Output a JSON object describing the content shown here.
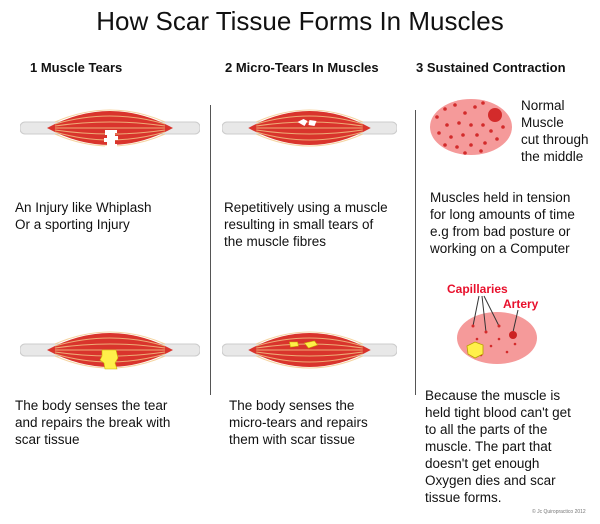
{
  "title": "How Scar Tissue Forms In Muscles",
  "columns": [
    {
      "heading": "1 Muscle Tears",
      "top_text": "An Injury like Whiplash\nOr a sporting Injury",
      "bottom_text": "The body senses the tear\nand repairs the break with\nscar tissue"
    },
    {
      "heading": "2 Micro-Tears In Muscles",
      "top_text": "Repetitively using a muscle\nresulting in small tears of\nthe muscle fibres",
      "bottom_text": "The body senses the\nmicro-tears and repairs\nthem with scar tissue"
    },
    {
      "heading": "3 Sustained Contraction",
      "cross_section_label": "Normal\nMuscle\ncut through\nthe middle",
      "top_text": "Muscles held in tension\nfor long amounts of time\ne.g from bad posture or\nworking on a Computer",
      "capillaries_label": "Capillaries",
      "artery_label": "Artery",
      "bottom_text": "Because the muscle is\nheld tight blood can't get\nto all the parts of the\nmuscle. The part that\ndoesn't get enough\nOxygen dies and scar\ntissue forms."
    }
  ],
  "copyright": "© Jc Quiropractico 2012",
  "colors": {
    "muscle": "#d9342c",
    "fibre": "#f2c98a",
    "scar": "#fff04a",
    "section": "#f59a9a",
    "dot": "#d32b2b",
    "label_red": "#e8102c"
  }
}
